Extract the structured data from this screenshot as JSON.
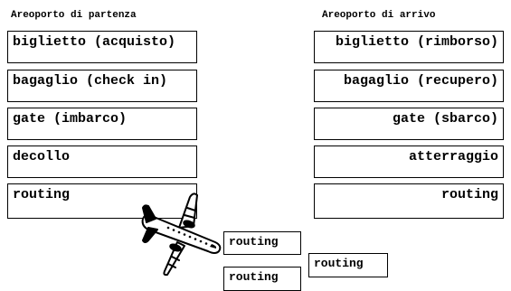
{
  "departure": {
    "title": "Areoporto di partenza",
    "layers": [
      "biglietto (acquisto)",
      "bagaglio (check in)",
      "gate (imbarco)",
      "decollo",
      "routing"
    ]
  },
  "arrival": {
    "title": "Areoporto di arrivo",
    "layers": [
      "biglietto (rimborso)",
      "bagaglio (recupero)",
      "gate (sbarco)",
      "atterraggio",
      "routing"
    ]
  },
  "intermediate": {
    "routers": [
      "routing",
      "routing",
      "routing"
    ]
  },
  "icons": {
    "plane": "airplane-icon"
  }
}
